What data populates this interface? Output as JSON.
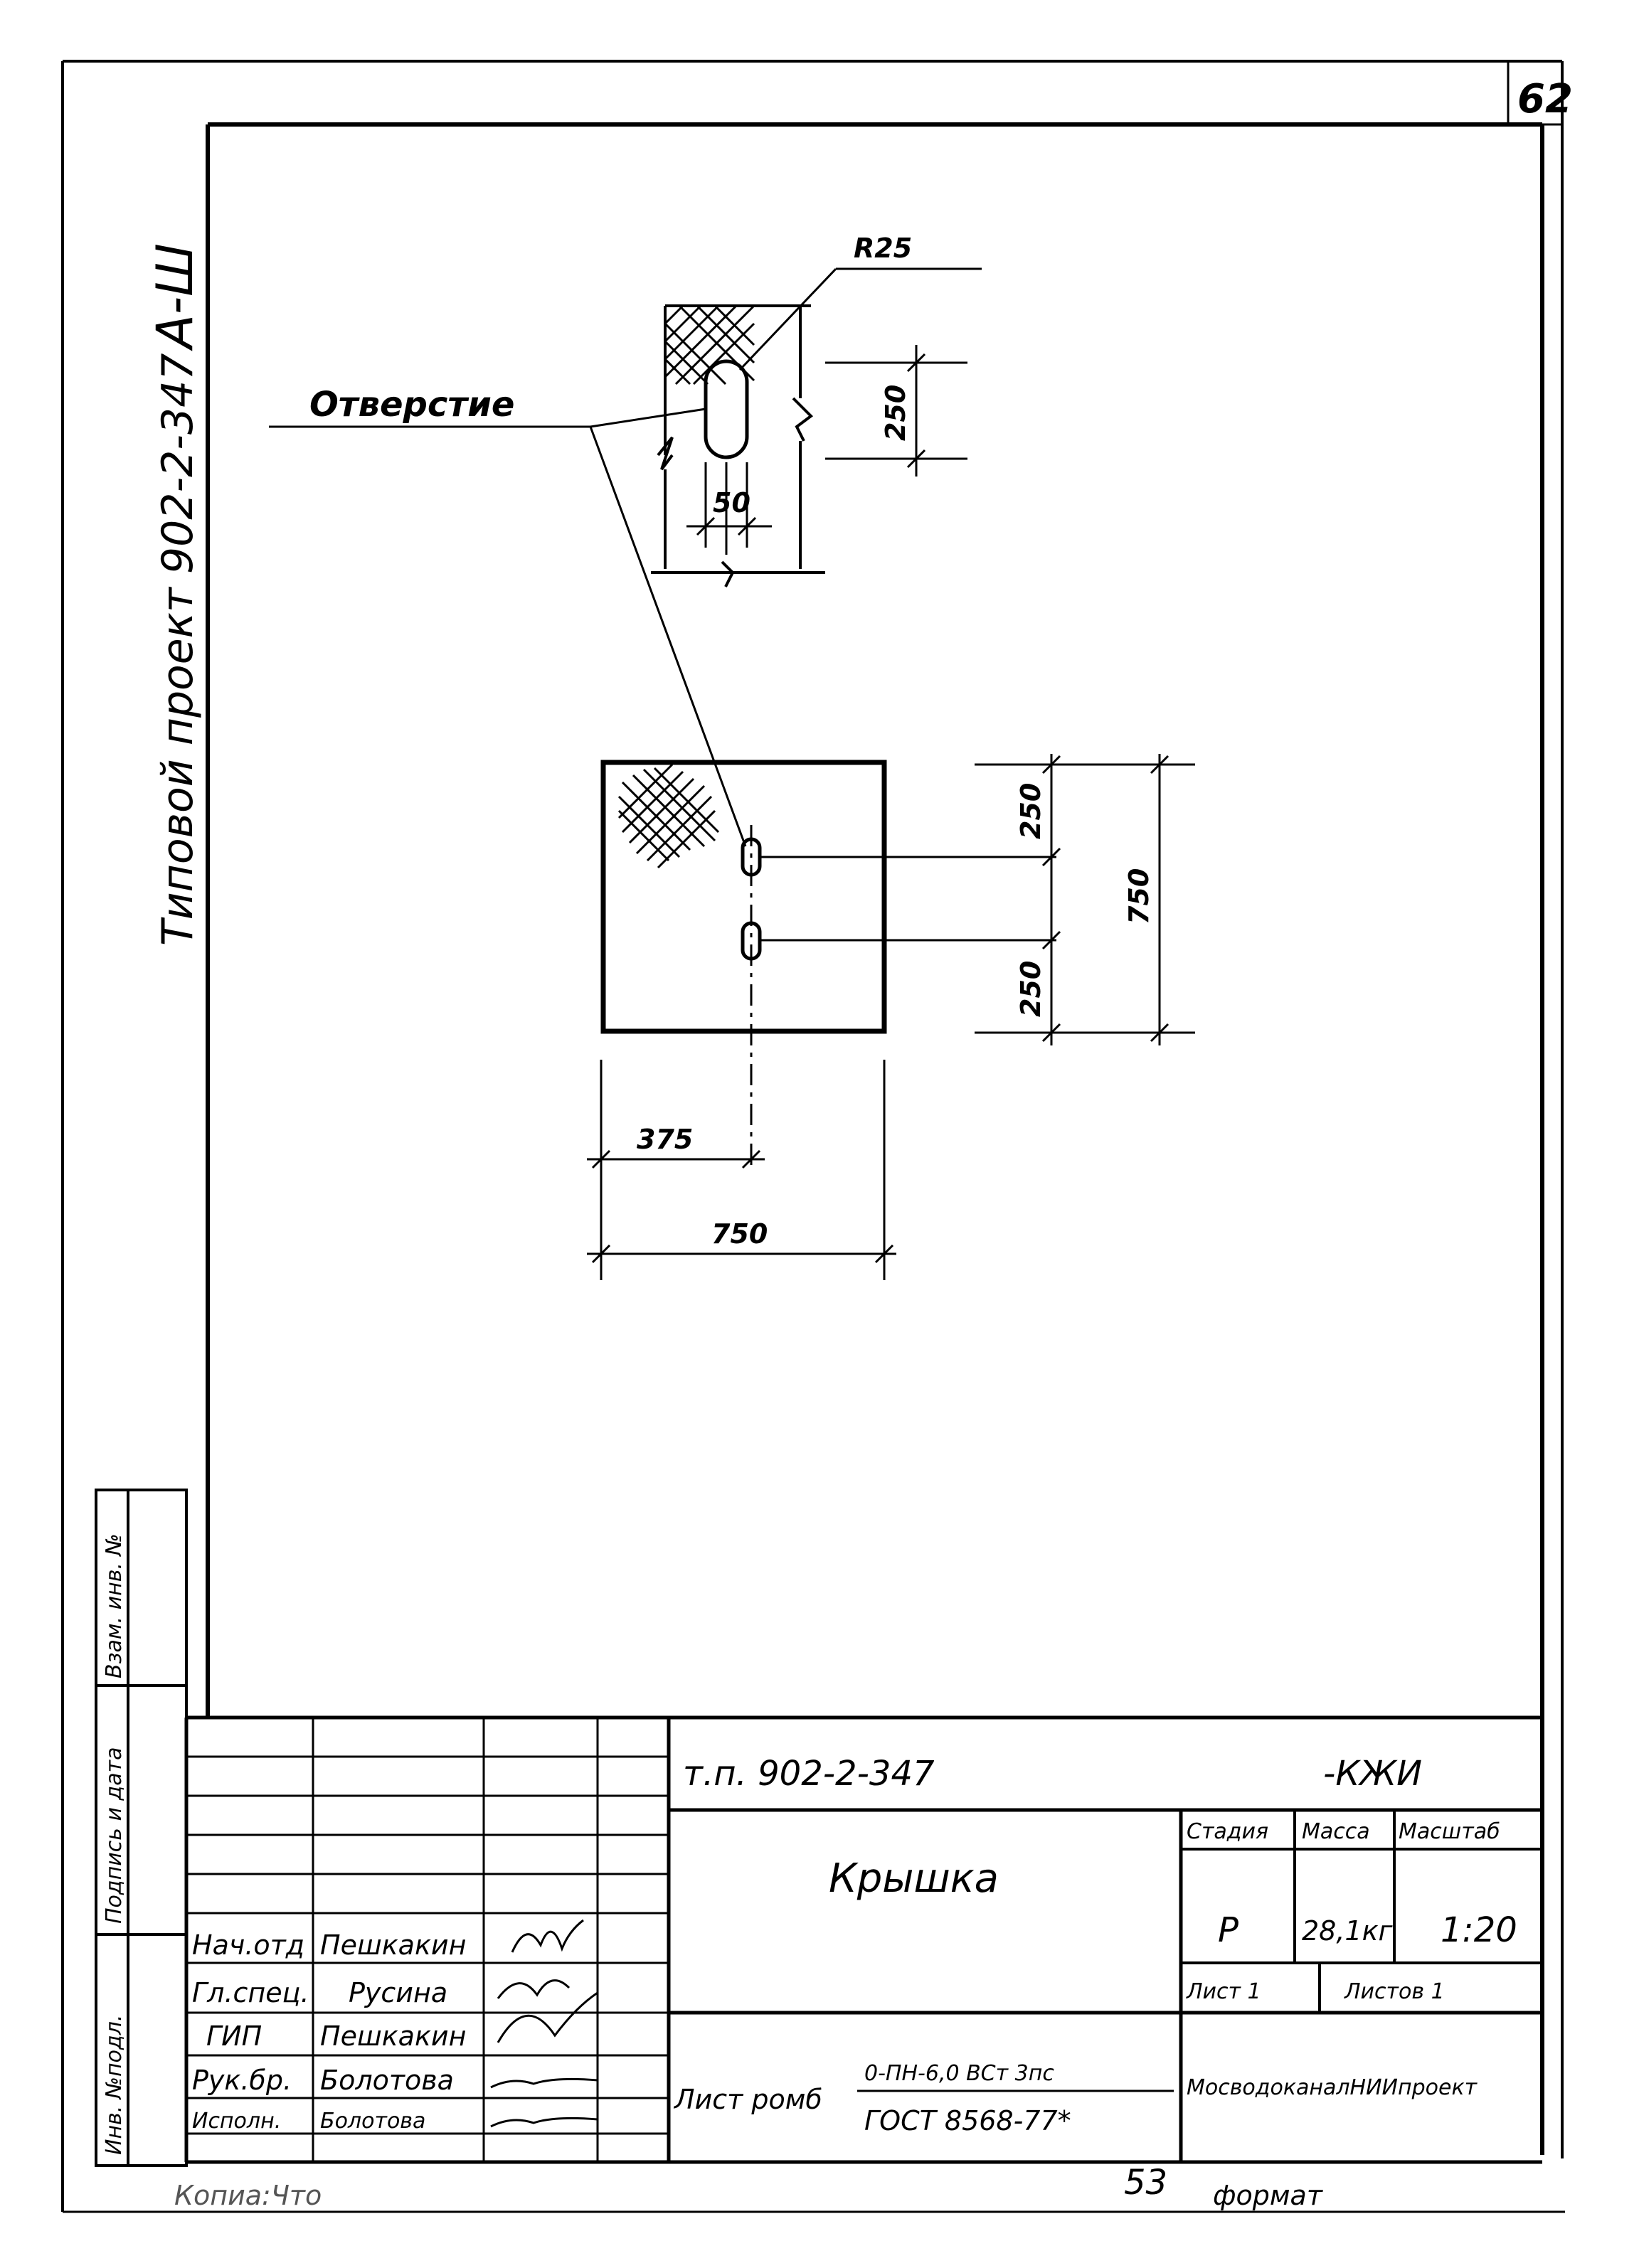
{
  "sheet": {
    "number": "62",
    "page_number": "53",
    "side_title": "Типовой проект 902-2-347",
    "side_mark": "А-Ш",
    "copied_label": "Копиа:Что",
    "format_label": "формат"
  },
  "drawing": {
    "opening_label": "Отверстие",
    "radius_label": "R25",
    "detail_height": "250",
    "detail_width": "50",
    "dim_top": "250",
    "dim_total_v": "750",
    "dim_bottom": "250",
    "dim_half": "375",
    "dim_total_h": "750"
  },
  "side_stamp": {
    "col1": "Инв. №подл.",
    "col2": "Подпись и дата",
    "col3": "Взам. инв. №"
  },
  "title_block": {
    "project_code": "т.п. 902-2-347",
    "doc_code": "-КЖИ",
    "title": "Крышка",
    "stage_header": "Стадия",
    "mass_header": "Масса",
    "scale_header": "Масштаб",
    "stage": "Р",
    "mass": "28,1кг",
    "scale": "1:20",
    "sheet_label": "Лист 1",
    "sheets_label": "Листов 1",
    "material_prefix": "Лист ромб",
    "material_spec": "0-ПН-6,0 ВСт 3пс",
    "material_gost": "ГОСТ 8568-77*",
    "organization": "МосводоканалНИИпроект",
    "people": [
      {
        "role": "Нач.отд",
        "name": "Пешкакин"
      },
      {
        "role": "Гл.спец.",
        "name": "Русина"
      },
      {
        "role": "ГИП",
        "name": "Пешкакин"
      },
      {
        "role": "Рук.бр.",
        "name": "Болотова"
      },
      {
        "role": "Исполн.",
        "name": "Болотова"
      }
    ]
  }
}
